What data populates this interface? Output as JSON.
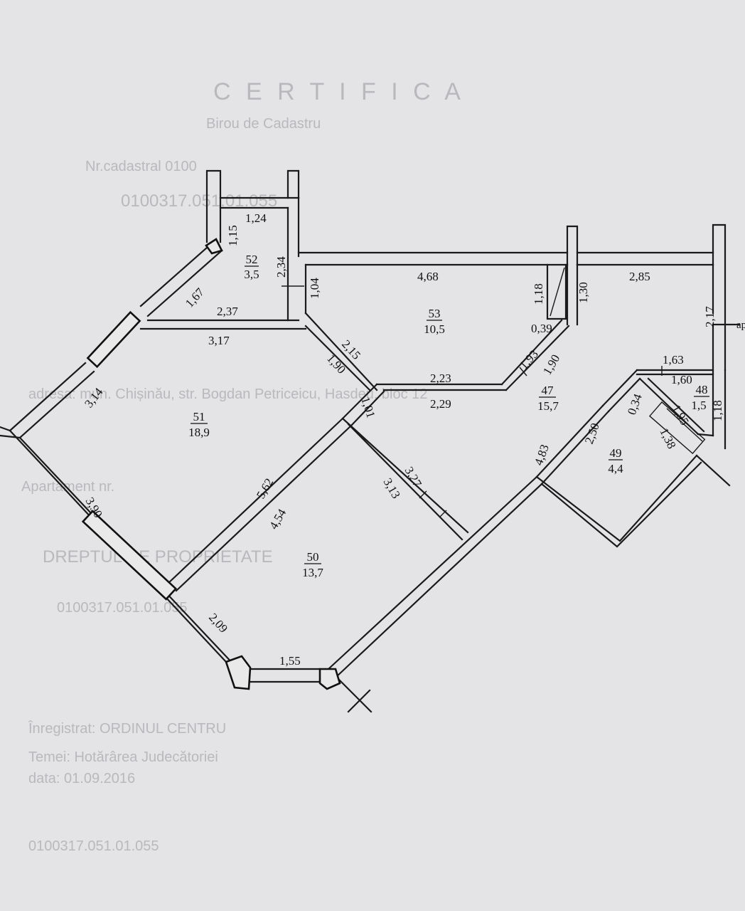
{
  "rooms": [
    {
      "number": "52",
      "area": "3,5"
    },
    {
      "number": "53",
      "area": "10,5"
    },
    {
      "number": "51",
      "area": "18,9"
    },
    {
      "number": "47",
      "area": "15,7"
    },
    {
      "number": "48",
      "area": "1,5"
    },
    {
      "number": "49",
      "area": "4,4"
    },
    {
      "number": "50",
      "area": "13,7"
    }
  ],
  "dimensions": {
    "d_1_24": "1,24",
    "d_1_15": "1,15",
    "d_2_34": "2,34",
    "d_1_67": "1,67",
    "d_2_37": "2,37",
    "d_3_17": "3,17",
    "d_1_04": "1,04",
    "d_4_68": "4,68",
    "d_1_18a": "1,18",
    "d_1_30": "1,30",
    "d_2_85": "2,85",
    "d_2_17": "2,17",
    "d_0_39": "0,39",
    "d_2_15": "2,15",
    "d_1_90a": "1,90",
    "d_1_93": "1,93",
    "d_1_90b": "1,90",
    "d_2_23": "2,23",
    "d_2_29": "2,29",
    "d_1_63": "1,63",
    "d_1_60": "1,60",
    "d_3_14": "3,14",
    "d_1_01": "1,01",
    "d_0_34": "0,34",
    "d_1_95": "1,95",
    "d_1_18b": "1,18",
    "d_2_50": "2,50",
    "d_1_38": "1,38",
    "d_4_83": "4,83",
    "d_5_62": "5,62",
    "d_3_27": "3,27",
    "d_3_13": "3,13",
    "d_3_90": "3,90",
    "d_4_54": "4,54",
    "d_2_09": "2,09",
    "d_1_55": "1,55"
  },
  "edge_marker": "ap",
  "background_text": [
    "C E R T I F I C A",
    "Birou de Cadastru",
    "Nr.cadastral 0100",
    "0100317.051.01.055",
    "adresa: mun. Chișinău, str. Bogdan Petriceicu, Hasdeu, bloc 12",
    "Apartament nr.",
    "DREPTUL DE PROPRIETATE",
    "0100317.051.01.055",
    "Înregistrat: ORDINUL CENTRU",
    "Temei: Hotărârea Judecătoriei",
    "data: 01.09.2016",
    "0100317.051.01.055"
  ]
}
